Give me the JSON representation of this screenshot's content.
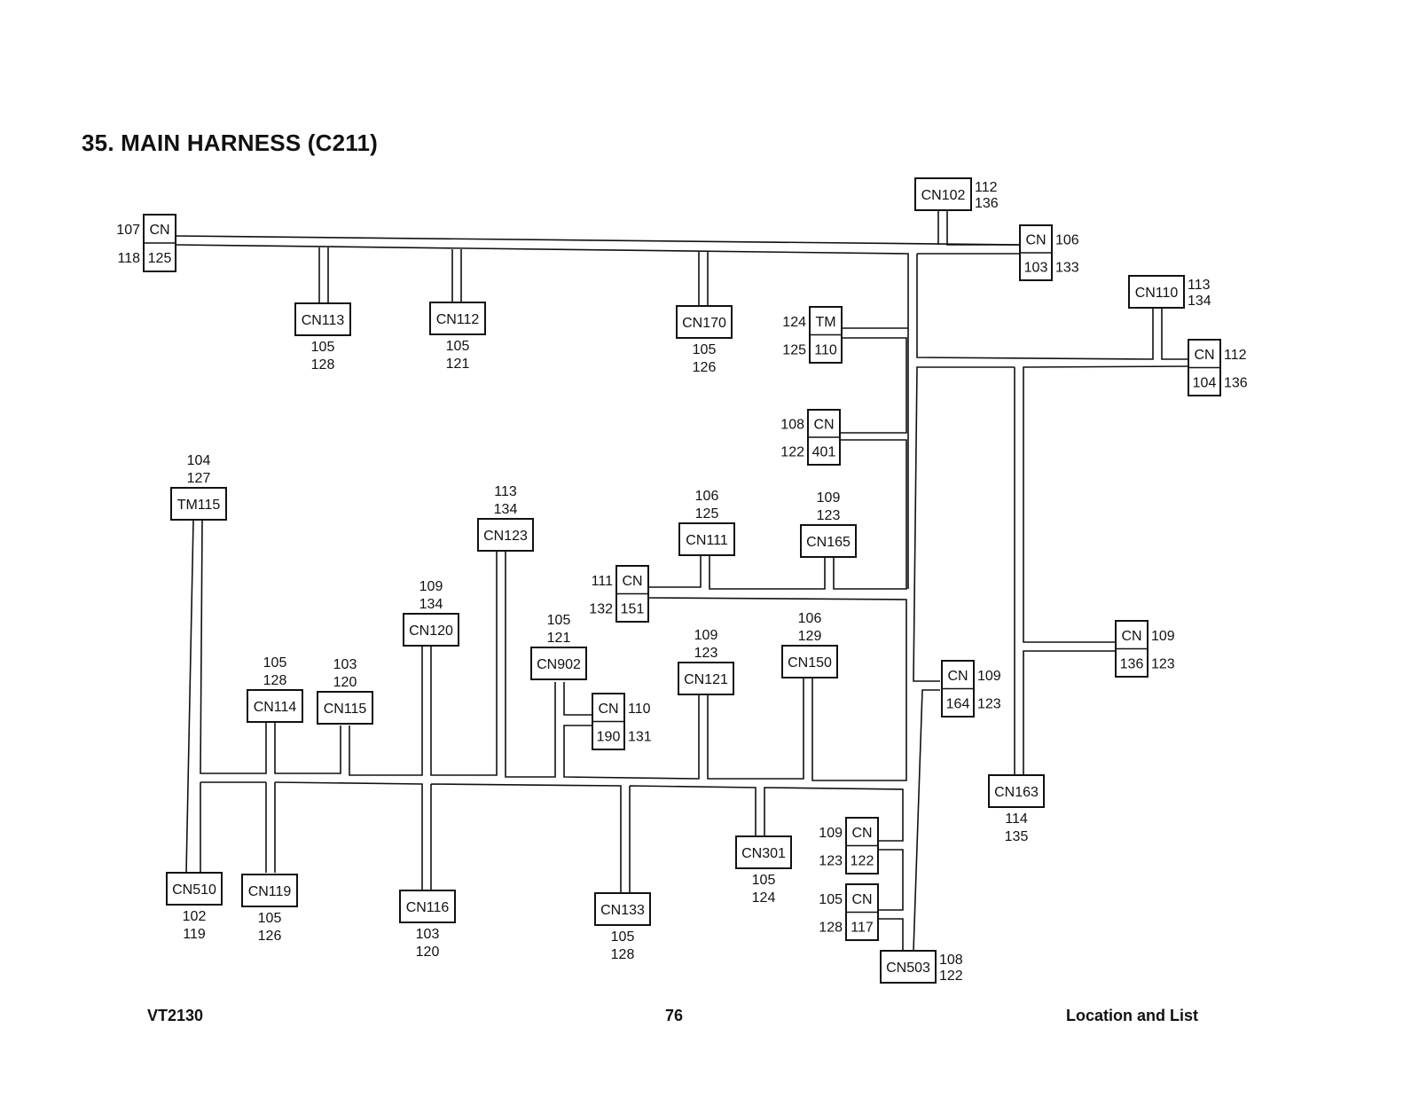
{
  "title": "35. MAIN HARNESS (C211)",
  "footer": {
    "left": "VT2130",
    "center": "76",
    "right": "Location and List"
  },
  "connectors": [
    {
      "id": "cn125",
      "lines": [
        "CN",
        "125"
      ],
      "nums": [
        "107",
        "118"
      ],
      "numpos": "left"
    },
    {
      "id": "cn102",
      "lines": [
        "CN102"
      ],
      "nums": [
        "112",
        "136"
      ],
      "numpos": "right"
    },
    {
      "id": "cn103",
      "lines": [
        "CN",
        "103"
      ],
      "nums": [
        "106",
        "133"
      ],
      "numpos": "right"
    },
    {
      "id": "cn113",
      "lines": [
        "CN113"
      ],
      "nums": [
        "105",
        "128"
      ],
      "numpos": "below"
    },
    {
      "id": "cn112",
      "lines": [
        "CN112"
      ],
      "nums": [
        "105",
        "121"
      ],
      "numpos": "below"
    },
    {
      "id": "cn170",
      "lines": [
        "CN170"
      ],
      "nums": [
        "105",
        "126"
      ],
      "numpos": "below"
    },
    {
      "id": "tm110",
      "lines": [
        "TM",
        "110"
      ],
      "nums": [
        "124",
        "125"
      ],
      "numpos": "left"
    },
    {
      "id": "cn110",
      "lines": [
        "CN110"
      ],
      "nums": [
        "113",
        "134"
      ],
      "numpos": "right"
    },
    {
      "id": "cn104",
      "lines": [
        "CN",
        "104"
      ],
      "nums": [
        "112",
        "136"
      ],
      "numpos": "right"
    },
    {
      "id": "cn401",
      "lines": [
        "CN",
        "401"
      ],
      "nums": [
        "108",
        "122"
      ],
      "numpos": "left"
    },
    {
      "id": "tm115",
      "lines": [
        "TM115"
      ],
      "nums": [
        "104",
        "127"
      ],
      "numpos": "above"
    },
    {
      "id": "cn123",
      "lines": [
        "CN123"
      ],
      "nums": [
        "113",
        "134"
      ],
      "numpos": "above"
    },
    {
      "id": "cn111",
      "lines": [
        "CN111"
      ],
      "nums": [
        "106",
        "125"
      ],
      "numpos": "above"
    },
    {
      "id": "cn165",
      "lines": [
        "CN165"
      ],
      "nums": [
        "109",
        "123"
      ],
      "numpos": "above"
    },
    {
      "id": "cn151",
      "lines": [
        "CN",
        "151"
      ],
      "nums": [
        "111",
        "132"
      ],
      "numpos": "left"
    },
    {
      "id": "cn120",
      "lines": [
        "CN120"
      ],
      "nums": [
        "109",
        "134"
      ],
      "numpos": "above"
    },
    {
      "id": "cn902",
      "lines": [
        "CN902"
      ],
      "nums": [
        "105",
        "121"
      ],
      "numpos": "above"
    },
    {
      "id": "cn121",
      "lines": [
        "CN121"
      ],
      "nums": [
        "109",
        "123"
      ],
      "numpos": "above"
    },
    {
      "id": "cn150",
      "lines": [
        "CN150"
      ],
      "nums": [
        "106",
        "129"
      ],
      "numpos": "above"
    },
    {
      "id": "cn136",
      "lines": [
        "CN",
        "136"
      ],
      "nums": [
        "109",
        "123"
      ],
      "numpos": "right"
    },
    {
      "id": "cn114",
      "lines": [
        "CN114"
      ],
      "nums": [
        "105",
        "128"
      ],
      "numpos": "above"
    },
    {
      "id": "cn115",
      "lines": [
        "CN115"
      ],
      "nums": [
        "103",
        "120"
      ],
      "numpos": "above"
    },
    {
      "id": "cn190",
      "lines": [
        "CN",
        "190"
      ],
      "nums": [
        "110",
        "131"
      ],
      "numpos": "right"
    },
    {
      "id": "cn164",
      "lines": [
        "CN",
        "164"
      ],
      "nums": [
        "109",
        "123"
      ],
      "numpos": "right"
    },
    {
      "id": "cn163",
      "lines": [
        "CN163"
      ],
      "nums": [
        "114",
        "135"
      ],
      "numpos": "below"
    },
    {
      "id": "cn122",
      "lines": [
        "CN",
        "122"
      ],
      "nums": [
        "109",
        "123"
      ],
      "numpos": "left"
    },
    {
      "id": "cn301",
      "lines": [
        "CN301"
      ],
      "nums": [
        "105",
        "124"
      ],
      "numpos": "below"
    },
    {
      "id": "cn510",
      "lines": [
        "CN510"
      ],
      "nums": [
        "102",
        "119"
      ],
      "numpos": "below"
    },
    {
      "id": "cn119",
      "lines": [
        "CN119"
      ],
      "nums": [
        "105",
        "126"
      ],
      "numpos": "below"
    },
    {
      "id": "cn116",
      "lines": [
        "CN116"
      ],
      "nums": [
        "103",
        "120"
      ],
      "numpos": "below"
    },
    {
      "id": "cn133",
      "lines": [
        "CN133"
      ],
      "nums": [
        "105",
        "128"
      ],
      "numpos": "below"
    },
    {
      "id": "cn117",
      "lines": [
        "CN",
        "117"
      ],
      "nums": [
        "105",
        "128"
      ],
      "numpos": "left"
    },
    {
      "id": "cn503",
      "lines": [
        "CN503"
      ],
      "nums": [
        "108",
        "122"
      ],
      "numpos": "right"
    }
  ]
}
